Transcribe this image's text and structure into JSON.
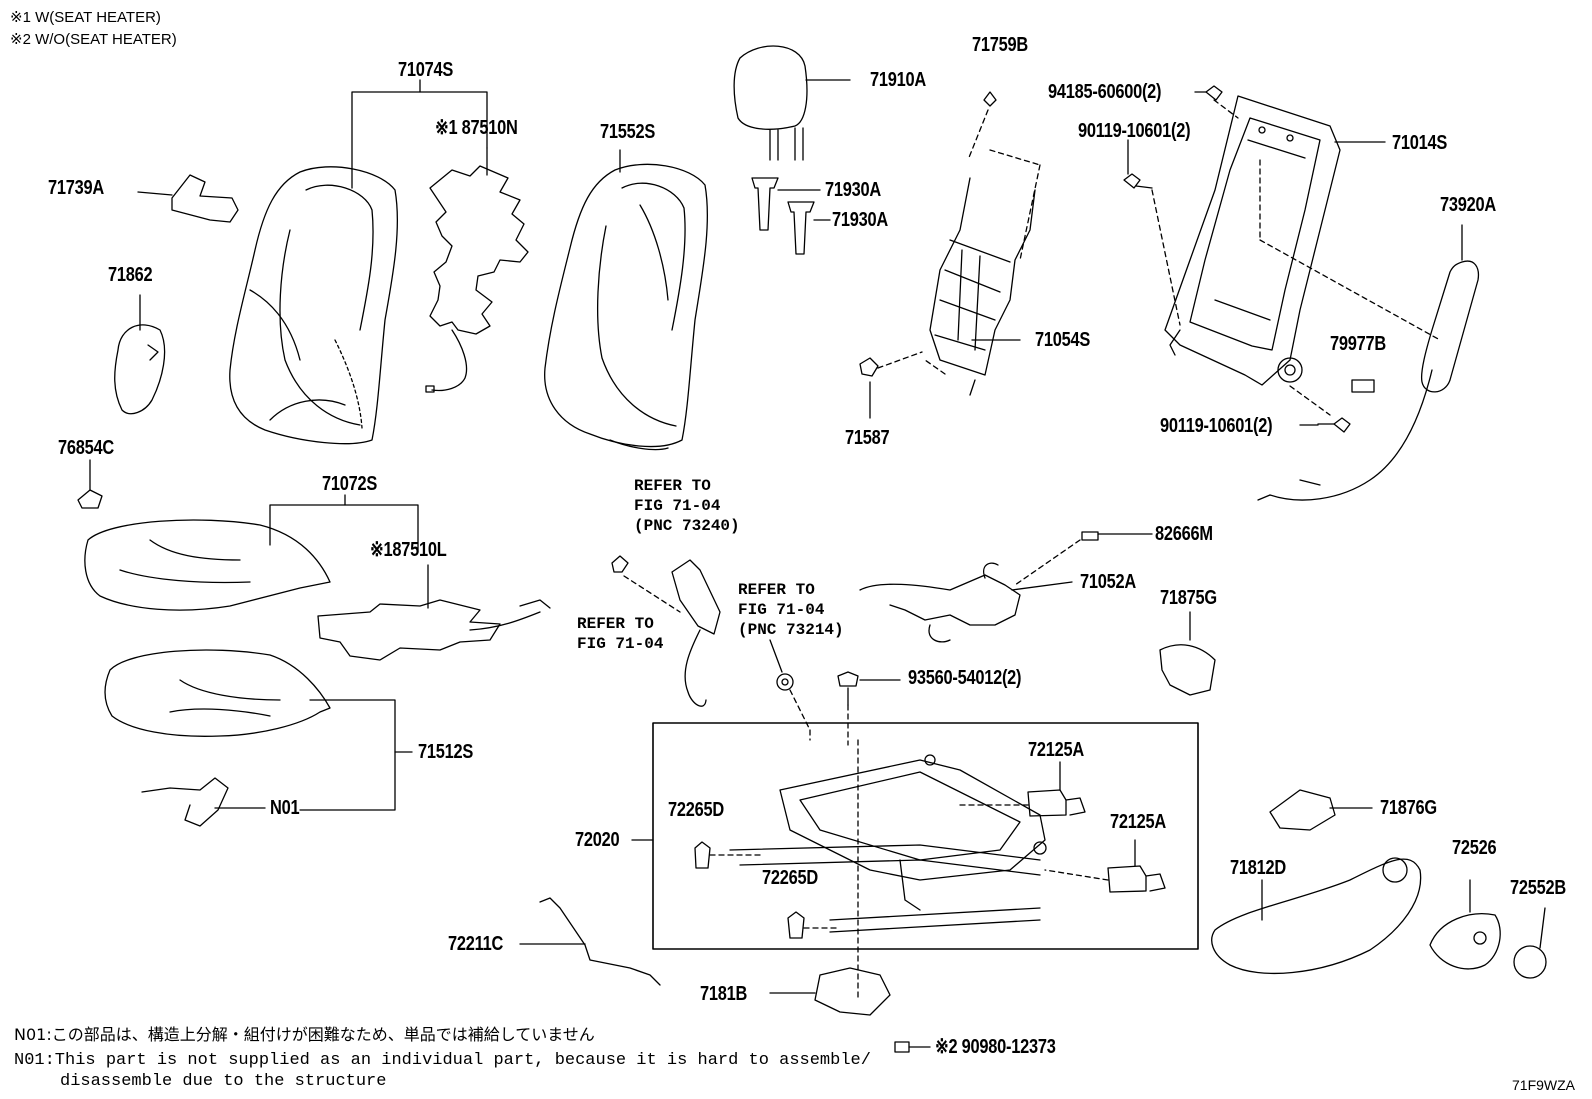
{
  "legend": {
    "note1": "※1 W(SEAT HEATER)",
    "note2": "※2 W/O(SEAT HEATER)"
  },
  "parts": {
    "p71074S": "71074S",
    "p87510N": "※1 87510N",
    "p71552S": "71552S",
    "p71910A": "71910A",
    "p71930A_1": "71930A",
    "p71930A_2": "71930A",
    "p71759B": "71759B",
    "p94185": "94185-60600(2)",
    "p90119_top": "90119-10601(2)",
    "p71014S": "71014S",
    "p71739A": "71739A",
    "p73920A": "73920A",
    "p71862": "71862",
    "p71054S": "71054S",
    "p79977B": "79977B",
    "p71587": "71587",
    "p90119_bot": "90119-10601(2)",
    "p76854C": "76854C",
    "p71072S": "71072S",
    "p82666M": "82666M",
    "p87510L": "※187510L",
    "p71052A": "71052A",
    "p71875G": "71875G",
    "p93560": "93560-54012(2)",
    "p71512S": "71512S",
    "pN01": "N01",
    "p72125A_1": "72125A",
    "p72265D_1": "72265D",
    "p72020": "72020",
    "p72125A_2": "72125A",
    "p72265D_2": "72265D",
    "p71876G": "71876G",
    "p71812D": "71812D",
    "p72526": "72526",
    "p72552B": "72552B",
    "p72211C": "72211C",
    "p7181B": "7181B",
    "p90980": "※2 90980-12373"
  },
  "refs": {
    "ref1": [
      "REFER TO",
      "FIG 71-04",
      "(PNC 73240)"
    ],
    "ref2": [
      "REFER TO",
      "FIG 71-04"
    ],
    "ref3": [
      "REFER TO",
      "FIG 71-04",
      "(PNC 73214)"
    ]
  },
  "footnotes": {
    "jp": "N01:この部品は、構造上分解・組付けが困難なため、単品では補給していません",
    "en1": "N01:This part is not supplied as an individual part,  because it is hard to assemble/",
    "en2": "disassemble due to the structure"
  },
  "figure_id": "71F9WZA"
}
